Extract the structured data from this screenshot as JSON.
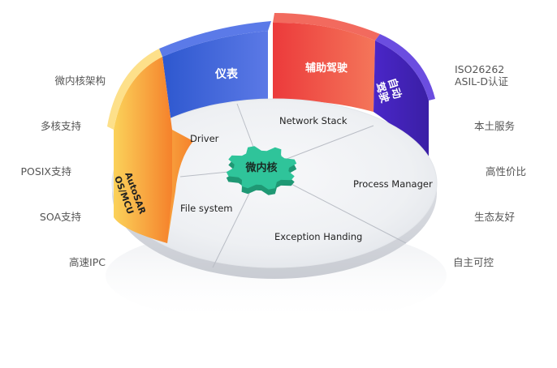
{
  "left_features": [
    "微内核架构",
    "多核支持",
    "POSIX支持",
    "SOA支持",
    "高速IPC"
  ],
  "right_features": {
    "certification_line1": "ISO26262",
    "certification_line2": "ASIL-D认证",
    "items": [
      "本土服务",
      "高性价比",
      "生态友好",
      "自主可控"
    ]
  },
  "ring_segments": {
    "autosar_line1": "AutoSAR",
    "autosar_line2": "OS/MCU",
    "instrument": "仪表",
    "adas": "辅助驾驶",
    "autonomous_line1": "自动",
    "autonomous_line2": "驾驶"
  },
  "disk_sections": {
    "driver": "Driver",
    "network_stack": "Network Stack",
    "process_manager": "Process Manager",
    "file_system": "File system",
    "exception_handling": "Exception Handing"
  },
  "core": {
    "label": "微内核"
  },
  "colors": {
    "orange": "#f5812b",
    "yellow": "#fbd25a",
    "blue": "#2e58cf",
    "red": "#ec3a3b",
    "purple": "#4a26c8",
    "gear": "#2fc49a"
  }
}
